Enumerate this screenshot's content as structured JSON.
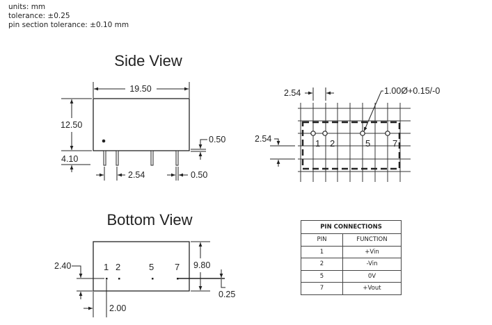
{
  "notes": {
    "units": "units: mm",
    "tolerance": "tolerance: ±0.25",
    "pin_tolerance": "pin section tolerance: ±0.10 mm"
  },
  "side_view": {
    "title": "Side View",
    "length": "19.50",
    "height": "12.50",
    "pin_length": "4.10",
    "pin_pitch": "2.54",
    "pin_width": "0.50",
    "standoff": "0.50"
  },
  "footprint": {
    "pitch_h": "2.54",
    "pitch_v": "2.54",
    "hole": "1.00Ø+0.15/-0",
    "pins": [
      "1",
      "2",
      "5",
      "7"
    ]
  },
  "bottom_view": {
    "title": "Bottom View",
    "pins": [
      "1",
      "2",
      "5",
      "7"
    ],
    "row_offset": "2.40",
    "width": "9.80",
    "pin_offset": "2.00",
    "pin_size": "0.25"
  },
  "pin_table": {
    "title": "PIN CONNECTIONS",
    "headers": [
      "PIN",
      "FUNCTION"
    ],
    "rows": [
      {
        "pin": "1",
        "function": "+Vin"
      },
      {
        "pin": "2",
        "function": "-Vin"
      },
      {
        "pin": "5",
        "function": "0V"
      },
      {
        "pin": "7",
        "function": "+Vout"
      }
    ]
  }
}
